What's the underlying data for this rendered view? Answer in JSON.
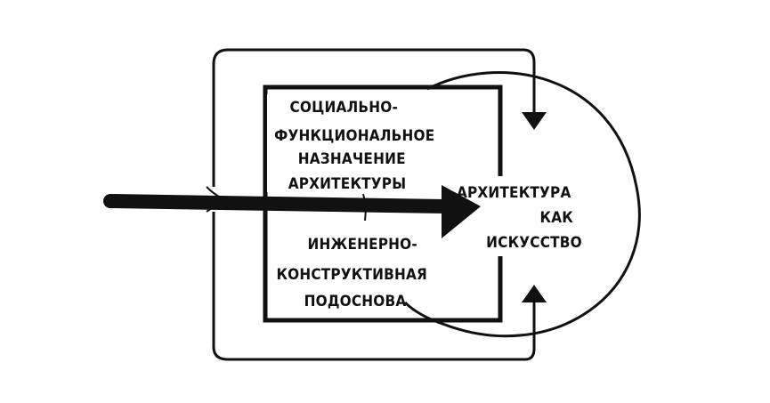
{
  "diagram": {
    "box_label_top": [
      "СОЦИАЛЬНО-",
      "ФУНКЦИОНАЛЬНОЕ",
      "НАЗНАЧЕНИЕ",
      "АРХИТЕКТУРЫ"
    ],
    "box_label_bottom": [
      "ИНЖЕНЕРНО-",
      "КОНСТРУКТИВНАЯ",
      "ПОДОСНОВА"
    ],
    "circle_label": [
      "АРХИТЕКТУРА",
      "КАК",
      "ИСКУССТВО"
    ],
    "line_color": "#111111"
  }
}
